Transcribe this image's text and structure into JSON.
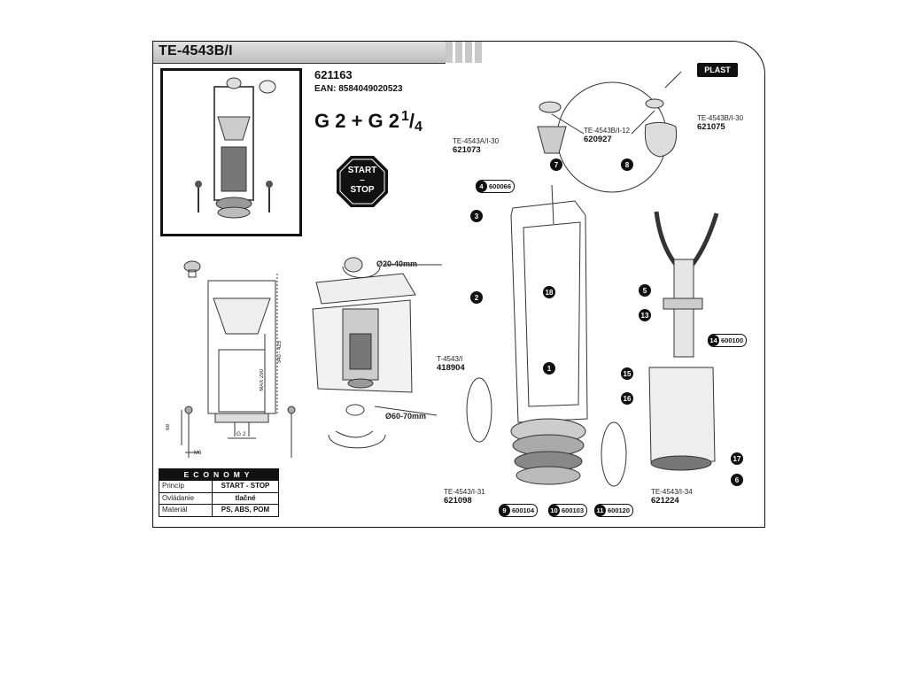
{
  "header": {
    "title": "TE-4543B/I"
  },
  "product": {
    "code": "621163",
    "ean": "EAN: 8584049020523",
    "thread_main": "G 2 + G 2",
    "thread_whole": "1",
    "thread_den": "4",
    "badge_top": "START",
    "badge_dash": "–",
    "badge_bottom": "STOP"
  },
  "dimensions": {
    "d_top": "Ø20-40mm",
    "d_bottom": "Ø60-70mm",
    "h_340": "340 - 425",
    "h_max": "MAX 290",
    "w_g2": "G 2",
    "bolt_68": "68",
    "bolt_m6": "M6"
  },
  "economy": {
    "title": "ECONOMY",
    "rows": [
      {
        "key": "Princíp",
        "value": "START - STOP"
      },
      {
        "key": "Ovládanie",
        "value": "tlačné"
      },
      {
        "key": "Materiál",
        "value": "PS, ABS, POM"
      }
    ]
  },
  "plast": "PLAST",
  "parts": {
    "te4543a": {
      "name": "TE-4543A/I-30",
      "code": "621073"
    },
    "te4543b12": {
      "name": "TE-4543B/I-12",
      "code": "620927"
    },
    "te4543b30": {
      "name": "TE-4543B/I-30",
      "code": "621075"
    },
    "t4543": {
      "name": "T-4543/I",
      "code": "418904"
    },
    "te4543_31": {
      "name": "TE-4543/I-31",
      "code": "621098"
    },
    "te4543_34": {
      "name": "TE-4543/I-34",
      "code": "621224"
    }
  },
  "callouts": [
    {
      "num": "4",
      "code": "600066"
    },
    {
      "num": "14",
      "code": "600100"
    },
    {
      "num": "9",
      "code": "600104"
    },
    {
      "num": "10",
      "code": "600103"
    },
    {
      "num": "11",
      "code": "600120"
    }
  ],
  "bubbles": [
    "7",
    "8",
    "3",
    "2",
    "18",
    "1",
    "5",
    "13",
    "15",
    "16",
    "17",
    "6"
  ]
}
